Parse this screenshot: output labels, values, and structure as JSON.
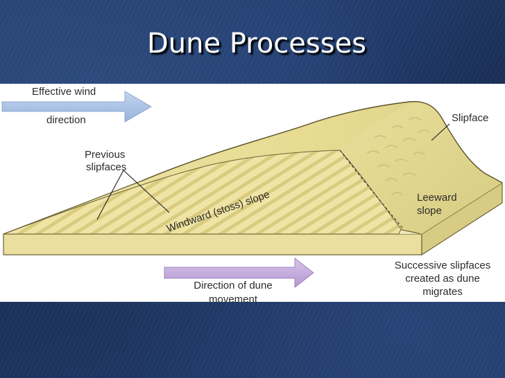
{
  "slide": {
    "title": "Dune Processes"
  },
  "diagram": {
    "wind_label_line1": "Effective wind",
    "wind_label_line2": "direction",
    "previous_slipfaces_line1": "Previous",
    "previous_slipfaces_line2": "slipfaces",
    "windward_slope": "Windward (stoss) slope",
    "slipface": "Slipface",
    "leeward_line1": "Leeward",
    "leeward_line2": "slope",
    "dune_movement_line1": "Direction of dune",
    "dune_movement_line2": "movement",
    "successive_line1": "Successive slipfaces",
    "successive_line2": "created as dune",
    "successive_line3": "migrates"
  },
  "colors": {
    "slide_background": "#1d3460",
    "wind_arrow": "#a9c1e3",
    "movement_arrow": "#c3a8db",
    "sand": "#e7dc92",
    "sand_light": "#f4eec4",
    "sand_dark": "#cfc27a"
  }
}
